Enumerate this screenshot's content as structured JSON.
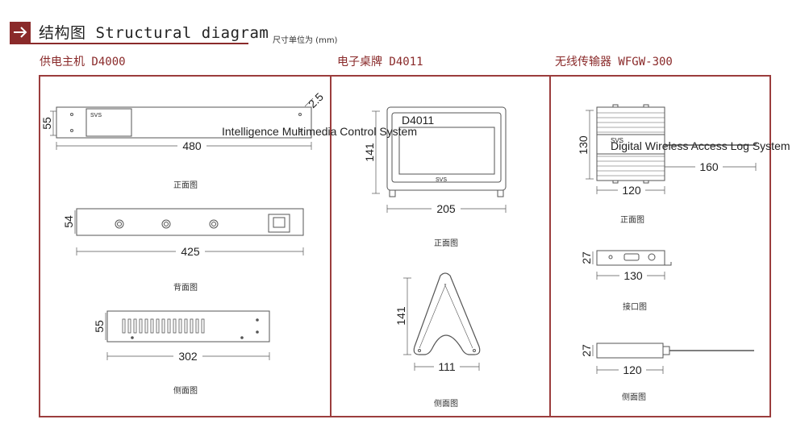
{
  "header": {
    "title": "结构图 Structural diagram",
    "units": "尺寸单位为 (mm)"
  },
  "colors": {
    "accent": "#8a2a2a",
    "frame": "#9b3d3d",
    "line": "#555555"
  },
  "sections": [
    {
      "title": "供电主机 D4000",
      "views": [
        {
          "caption": "正面图",
          "dims": [
            "55",
            "480",
            "2.5"
          ],
          "label": "SVS",
          "panel_text": "Intelligence Multimedia Control System"
        },
        {
          "caption": "背面图",
          "dims": [
            "54",
            "425"
          ]
        },
        {
          "caption": "侧面图",
          "dims": [
            "55",
            "302"
          ]
        }
      ]
    },
    {
      "title": "电子桌牌 D4011",
      "views": [
        {
          "caption": "正面图",
          "dims": [
            "141",
            "205"
          ],
          "label": "SVS",
          "screen_text": "D4011"
        },
        {
          "caption": "侧面图",
          "dims": [
            "141",
            "111"
          ]
        }
      ]
    },
    {
      "title": "无线传输器 WFGW-300",
      "views": [
        {
          "caption": "正面图",
          "dims": [
            "130",
            "120",
            "160"
          ],
          "label": "SVS",
          "panel_text": "Digital Wireless Access Log System"
        },
        {
          "caption": "接口图",
          "dims": [
            "27",
            "130"
          ]
        },
        {
          "caption": "侧面图",
          "dims": [
            "27",
            "120"
          ]
        }
      ]
    }
  ]
}
